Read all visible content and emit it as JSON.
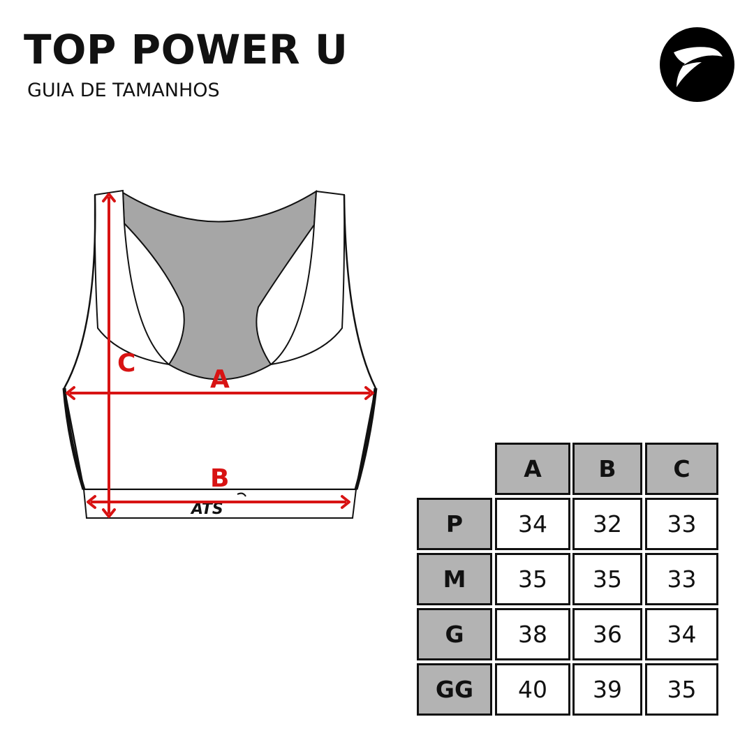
{
  "header": {
    "title": "TOP POWER U",
    "subtitle": "GUIA DE TAMANHOS"
  },
  "logo": {
    "icon": "bird-logo-icon",
    "background": "#000000"
  },
  "diagram": {
    "labels": {
      "a": "A",
      "b": "B",
      "c": "C"
    },
    "waistband_brand": "ATS",
    "arrow_color": "#d81313",
    "back_panel_color": "#a6a6a6"
  },
  "size_table": {
    "columns": [
      "A",
      "B",
      "C"
    ],
    "rows": [
      {
        "size": "P",
        "values": [
          "34",
          "32",
          "33"
        ]
      },
      {
        "size": "M",
        "values": [
          "35",
          "35",
          "33"
        ]
      },
      {
        "size": "G",
        "values": [
          "38",
          "36",
          "34"
        ]
      },
      {
        "size": "GG",
        "values": [
          "40",
          "39",
          "35"
        ]
      }
    ],
    "header_fill": "#b3b3b3"
  }
}
